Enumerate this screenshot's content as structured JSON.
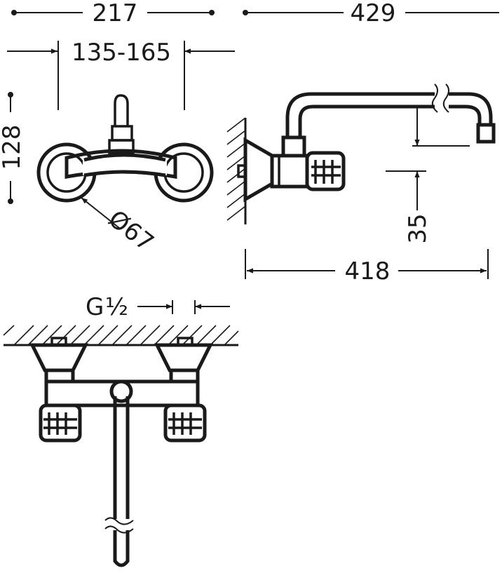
{
  "dimensions": {
    "top_width": "217",
    "top_depth": "429",
    "centres": "135-165",
    "height": "128",
    "rosette_diameter": "Ø67",
    "spout_offset": "35",
    "spout_reach": "418",
    "thread_g": "G",
    "thread_frac": "½"
  },
  "colors": {
    "line": "#1a1a1a",
    "background": "#ffffff"
  }
}
